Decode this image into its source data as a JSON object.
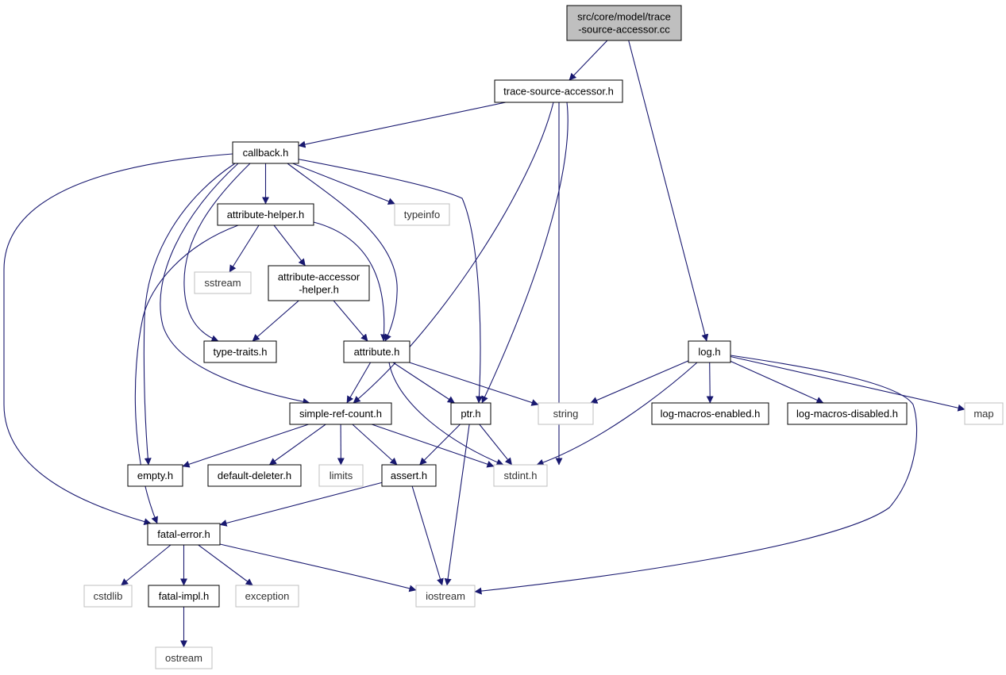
{
  "colors": {
    "edge": "#191970",
    "root_fill": "#bfbfbf",
    "node_border": "#000000",
    "external_border": "#bfbfbf",
    "text": "#000000"
  },
  "nodes": [
    {
      "id": "root",
      "lines": [
        "src/core/model/trace",
        "-source-accessor.cc"
      ],
      "kind": "root"
    },
    {
      "id": "tsa",
      "lines": [
        "trace-source-accessor.h"
      ],
      "kind": "local"
    },
    {
      "id": "callback",
      "lines": [
        "callback.h"
      ],
      "kind": "local"
    },
    {
      "id": "typeinfo",
      "lines": [
        "typeinfo"
      ],
      "kind": "external"
    },
    {
      "id": "ahelper",
      "lines": [
        "attribute-helper.h"
      ],
      "kind": "local"
    },
    {
      "id": "sstream",
      "lines": [
        "sstream"
      ],
      "kind": "external"
    },
    {
      "id": "aahelper",
      "lines": [
        "attribute-accessor",
        "-helper.h"
      ],
      "kind": "local"
    },
    {
      "id": "typetraits",
      "lines": [
        "type-traits.h"
      ],
      "kind": "local"
    },
    {
      "id": "attribute",
      "lines": [
        "attribute.h"
      ],
      "kind": "local"
    },
    {
      "id": "log",
      "lines": [
        "log.h"
      ],
      "kind": "local"
    },
    {
      "id": "src",
      "lines": [
        "simple-ref-count.h"
      ],
      "kind": "local"
    },
    {
      "id": "ptr",
      "lines": [
        "ptr.h"
      ],
      "kind": "local"
    },
    {
      "id": "string",
      "lines": [
        "string"
      ],
      "kind": "external"
    },
    {
      "id": "lme",
      "lines": [
        "log-macros-enabled.h"
      ],
      "kind": "local"
    },
    {
      "id": "lmd",
      "lines": [
        "log-macros-disabled.h"
      ],
      "kind": "local"
    },
    {
      "id": "map",
      "lines": [
        "map"
      ],
      "kind": "external"
    },
    {
      "id": "empty",
      "lines": [
        "empty.h"
      ],
      "kind": "local"
    },
    {
      "id": "dd",
      "lines": [
        "default-deleter.h"
      ],
      "kind": "local"
    },
    {
      "id": "limits",
      "lines": [
        "limits"
      ],
      "kind": "external"
    },
    {
      "id": "assert",
      "lines": [
        "assert.h"
      ],
      "kind": "local"
    },
    {
      "id": "stdint",
      "lines": [
        "stdint.h"
      ],
      "kind": "external"
    },
    {
      "id": "fatal",
      "lines": [
        "fatal-error.h"
      ],
      "kind": "local"
    },
    {
      "id": "cstdlib",
      "lines": [
        "cstdlib"
      ],
      "kind": "external"
    },
    {
      "id": "fimpl",
      "lines": [
        "fatal-impl.h"
      ],
      "kind": "local"
    },
    {
      "id": "exception",
      "lines": [
        "exception"
      ],
      "kind": "external"
    },
    {
      "id": "iostream",
      "lines": [
        "iostream"
      ],
      "kind": "external"
    },
    {
      "id": "ostream",
      "lines": [
        "ostream"
      ],
      "kind": "external"
    }
  ],
  "edges": [
    {
      "from": "root",
      "to": "tsa"
    },
    {
      "from": "root",
      "to": "log"
    },
    {
      "from": "tsa",
      "to": "callback"
    },
    {
      "from": "tsa",
      "to": "src"
    },
    {
      "from": "tsa",
      "to": "ptr"
    },
    {
      "from": "tsa",
      "to": "stdint"
    },
    {
      "from": "callback",
      "to": "ahelper"
    },
    {
      "from": "callback",
      "to": "typeinfo"
    },
    {
      "from": "callback",
      "to": "attribute"
    },
    {
      "from": "callback",
      "to": "ptr"
    },
    {
      "from": "callback",
      "to": "typetraits"
    },
    {
      "from": "callback",
      "to": "src"
    },
    {
      "from": "callback",
      "to": "empty"
    },
    {
      "from": "callback",
      "to": "fatal"
    },
    {
      "from": "ahelper",
      "to": "sstream"
    },
    {
      "from": "ahelper",
      "to": "aahelper"
    },
    {
      "from": "ahelper",
      "to": "attribute"
    },
    {
      "from": "ahelper",
      "to": "fatal"
    },
    {
      "from": "aahelper",
      "to": "typetraits"
    },
    {
      "from": "aahelper",
      "to": "attribute"
    },
    {
      "from": "attribute",
      "to": "src"
    },
    {
      "from": "attribute",
      "to": "ptr"
    },
    {
      "from": "attribute",
      "to": "string"
    },
    {
      "from": "attribute",
      "to": "stdint"
    },
    {
      "from": "log",
      "to": "string"
    },
    {
      "from": "log",
      "to": "lme"
    },
    {
      "from": "log",
      "to": "lmd"
    },
    {
      "from": "log",
      "to": "map"
    },
    {
      "from": "log",
      "to": "stdint"
    },
    {
      "from": "log",
      "to": "iostream"
    },
    {
      "from": "src",
      "to": "empty"
    },
    {
      "from": "src",
      "to": "dd"
    },
    {
      "from": "src",
      "to": "limits"
    },
    {
      "from": "src",
      "to": "assert"
    },
    {
      "from": "src",
      "to": "stdint"
    },
    {
      "from": "ptr",
      "to": "assert"
    },
    {
      "from": "ptr",
      "to": "stdint"
    },
    {
      "from": "ptr",
      "to": "iostream"
    },
    {
      "from": "assert",
      "to": "fatal"
    },
    {
      "from": "assert",
      "to": "iostream"
    },
    {
      "from": "fatal",
      "to": "cstdlib"
    },
    {
      "from": "fatal",
      "to": "fimpl"
    },
    {
      "from": "fatal",
      "to": "exception"
    },
    {
      "from": "fatal",
      "to": "iostream"
    },
    {
      "from": "fimpl",
      "to": "ostream"
    }
  ]
}
